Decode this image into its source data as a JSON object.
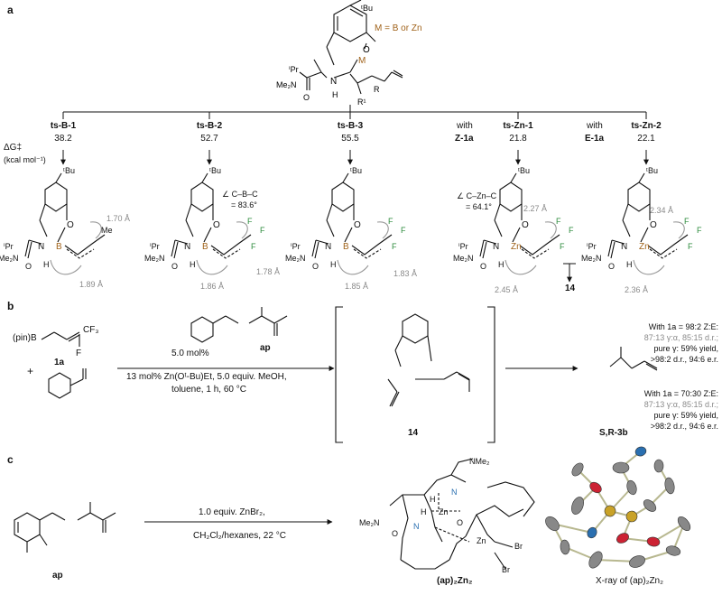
{
  "panels": {
    "a": {
      "label": "a",
      "metal_note": "M = B or Zn",
      "top_labels": {
        "tBu": "ᵗBu",
        "iPr": "ⁱPr",
        "NMe2": "Me₂N",
        "N": "N",
        "H": "H",
        "O": "O",
        "M1": "M",
        "M2": "M",
        "R1": "R¹",
        "R": "R"
      },
      "dG_label": "ΔG‡",
      "dG_unit": "(kcal mol⁻¹)",
      "ts": [
        {
          "name": "ts-B-1",
          "energy": "38.2",
          "pre": "",
          "angle": "",
          "dist": [
            "1.70 Å",
            "1.89 Å"
          ],
          "metal": "B",
          "sub": "Me"
        },
        {
          "name": "ts-B-2",
          "energy": "52.7",
          "pre": "",
          "angle": "∠ C–B–C",
          "angle_val": "= 83.6°",
          "dist": [
            "1.86 Å",
            "1.78 Å"
          ],
          "metal": "B",
          "sub": "F"
        },
        {
          "name": "ts-B-3",
          "energy": "55.5",
          "pre": "",
          "angle": "",
          "dist": [
            "1.85 Å",
            "1.83 Å"
          ],
          "metal": "B",
          "sub": "F"
        },
        {
          "name": "ts-Zn-1",
          "energy": "21.8",
          "pre": "with",
          "pre2": "Z-1a",
          "angle": "∠ C–Zn–C",
          "angle_val": "= 64.1°",
          "dist": [
            "2.27 Å",
            "2.45 Å"
          ],
          "metal": "Zn",
          "sub": "F"
        },
        {
          "name": "ts-Zn-2",
          "energy": "22.1",
          "pre": "with",
          "pre2": "E-1a",
          "angle": "",
          "dist": [
            "2.34 Å",
            "2.36 Å"
          ],
          "metal": "Zn",
          "sub": "F"
        }
      ],
      "product_14": "14"
    },
    "b": {
      "label": "b",
      "pinB": "(pin)B",
      "CF3": "CF₃",
      "F": "F",
      "reagent_1a": "1a",
      "plus": "+",
      "catalyst_loading": "5.0 mol%",
      "catalyst_label": "ap",
      "cond1": "13 mol% Zn(Oᵗ-Bu)Et, 5.0 equiv. MeOH,",
      "cond2": "toluene, 1 h, 60 °C",
      "intermediate": "14",
      "product": "S,R-3b",
      "results": [
        {
          "line1": "With 1a = 98:2 Z:E:",
          "line2": "87:13 γ:α, 85:15 d.r.;",
          "line3": "pure γ: 59% yield,",
          "line4": ">98:2 d.r., 94:6 e.r."
        },
        {
          "line1": "With 1a = 70:30 Z:E:",
          "line2": "87:13 γ:α, 85:15 d.r.;",
          "line3": "pure γ: 59% yield,",
          "line4": ">98:2 d.r., 94:6 e.r."
        }
      ]
    },
    "c": {
      "label": "c",
      "reagent": "ap",
      "cond1": "1.0 equiv. ZnBr₂,",
      "cond2": "CH₂Cl₂/hexanes, 22 °C",
      "product": "(ap)₂Zn₂",
      "xray": "X-ray of (ap)₂Zn₂",
      "atoms": {
        "Zn": "Zn",
        "Br": "Br",
        "N": "N",
        "H": "H",
        "NMe2": "NMe₂",
        "Me2N": "Me₂N",
        "O": "O"
      }
    }
  }
}
